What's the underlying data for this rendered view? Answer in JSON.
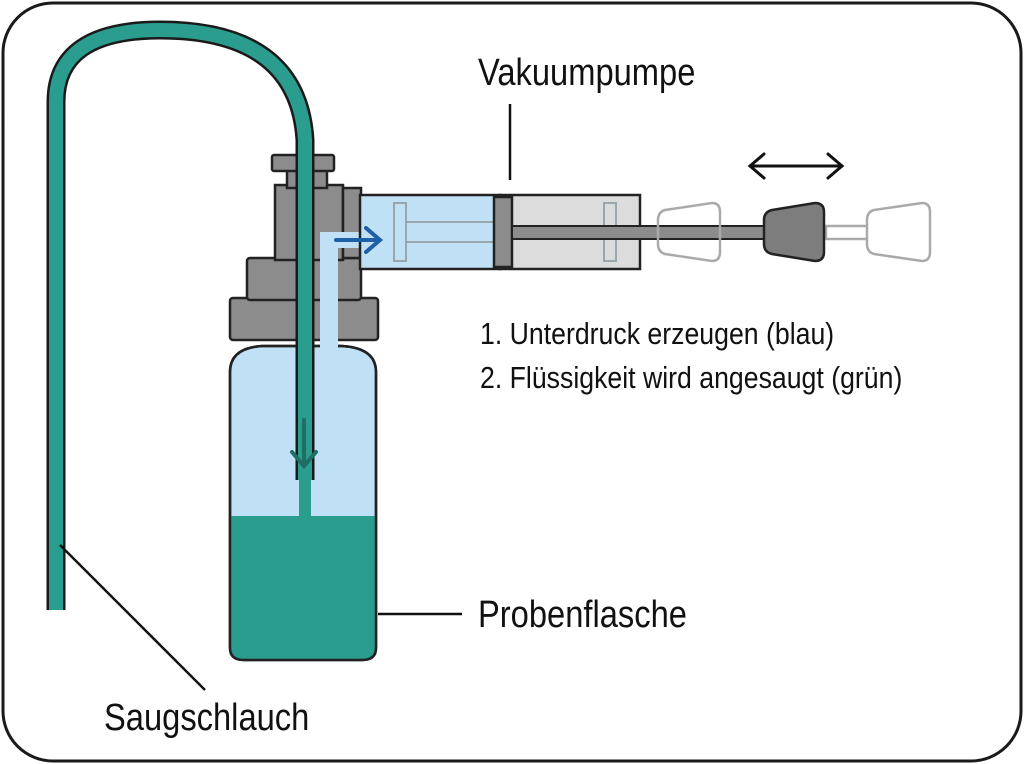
{
  "labels": {
    "pump": "Vakuumpumpe",
    "bottle": "Probenflasche",
    "hose": "Saugschlauch"
  },
  "steps": [
    "1. Unterdruck erzeugen (blau)",
    "2. Flüssigkeit wird angesaugt (grün)"
  ],
  "colors": {
    "frame": "#1a1a1a",
    "hose": "#2a9d8f",
    "liquid": "#2a9d8f",
    "vacuum": "#bfe0f5",
    "arrow_blue": "#1f5fa8",
    "arrow_green": "#1e6e63",
    "grey_dark": "#8c8c8c",
    "grey_light": "#dcdcdc"
  },
  "icons": {
    "motion": "double-arrow-icon",
    "vacuum_flow": "arrow-right-icon",
    "liquid_flow": "arrow-down-icon"
  }
}
